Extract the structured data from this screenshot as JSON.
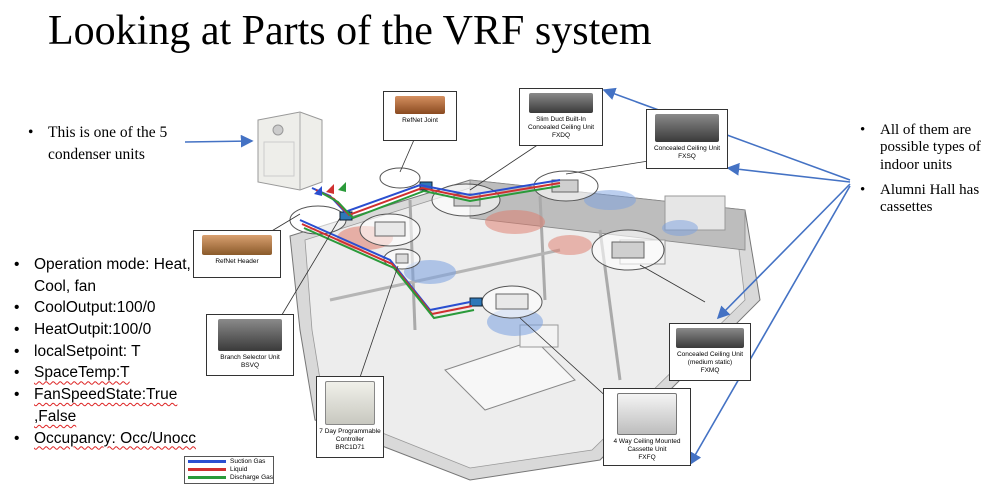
{
  "title": "Looking at Parts of the VRF system",
  "left_note": {
    "text": "This is one of the 5 condenser units"
  },
  "right_notes": [
    {
      "text": "All of them are possible types of indoor units"
    },
    {
      "text": "Alumni Hall has cassettes"
    }
  ],
  "points_list": [
    {
      "text": "Operation mode: Heat, Cool, fan",
      "squiggle": false
    },
    {
      "text": "CoolOutput:100/0",
      "squiggle": false
    },
    {
      "text": "HeatOutpit:100/0",
      "squiggle": false
    },
    {
      "text": "localSetpoint: T",
      "squiggle": false
    },
    {
      "text": "SpaceTemp:T",
      "squiggle": true
    },
    {
      "text": "FanSpeedState:True ,False",
      "squiggle": true
    },
    {
      "text": "Occupancy: Occ/Unocc",
      "squiggle": true
    }
  ],
  "callouts": {
    "refnet_joint": {
      "line1": "RefNet Joint",
      "line2": ""
    },
    "slim_duct": {
      "line1": "Slim Duct Built-In",
      "line2": "Concealed Ceiling Unit",
      "line3": "FXDQ"
    },
    "concealed_fxsq": {
      "line1": "Concealed Ceiling Unit",
      "line2": "FXSQ"
    },
    "refnet_header": {
      "line1": "RefNet Header"
    },
    "branch_selector": {
      "line1": "Branch Selector Unit",
      "line2": "BSVQ"
    },
    "controller": {
      "line1": "7 Day Programmable",
      "line2": "Controller",
      "line3": "BRC1D71"
    },
    "concealed_fxmq": {
      "line1": "Concealed Ceiling Unit",
      "line2": "(medium static)",
      "line3": "FXMQ"
    },
    "cassette_fxfq": {
      "line1": "4 Way Ceiling Mounted",
      "line2": "Cassette Unit",
      "line3": "FXFQ"
    }
  },
  "legend": {
    "items": [
      {
        "label": "Suction Gas",
        "color": "#2a4fd0"
      },
      {
        "label": "Liquid",
        "color": "#d03030"
      },
      {
        "label": "Discharge Gas",
        "color": "#2a9a3a"
      }
    ]
  },
  "colors": {
    "arrow": "#4472c4",
    "suction": "#2a4fd0",
    "liquid": "#d03030",
    "discharge": "#2a9a3a"
  }
}
